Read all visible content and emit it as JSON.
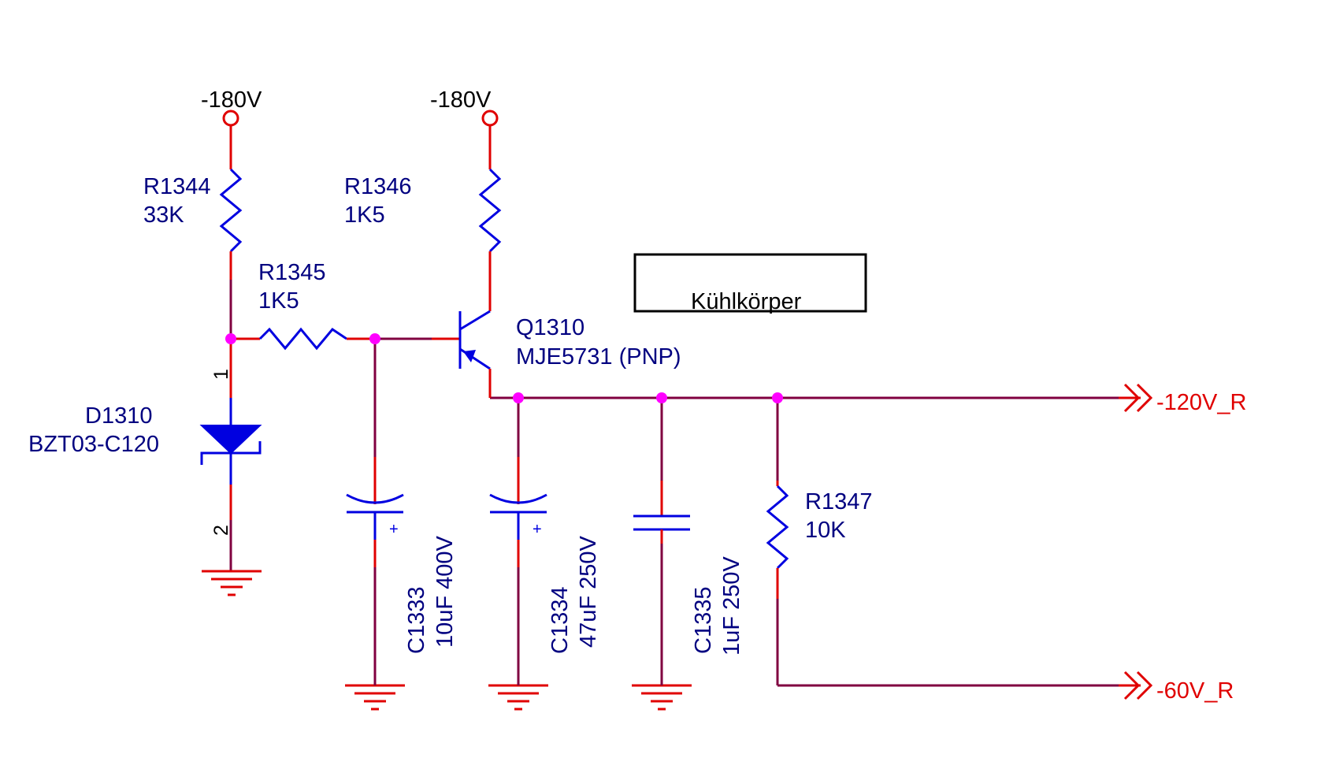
{
  "power_ports": [
    {
      "label": "-180V"
    },
    {
      "label": "-180V"
    }
  ],
  "resistors": {
    "R1344": {
      "ref": "R1344",
      "value": "33K"
    },
    "R1345": {
      "ref": "R1345",
      "value": "1K5"
    },
    "R1346": {
      "ref": "R1346",
      "value": "1K5"
    },
    "R1347": {
      "ref": "R1347",
      "value": "10K"
    }
  },
  "diode": {
    "ref": "D1310",
    "value": "BZT03-C120",
    "pin1": "1",
    "pin2": "2"
  },
  "transistor": {
    "ref": "Q1310",
    "value": "MJE5731 (PNP)"
  },
  "capacitors": {
    "C1333": {
      "ref": "C1333",
      "value": "10uF 400V",
      "polarity": "+"
    },
    "C1334": {
      "ref": "C1334",
      "value": "47uF 250V",
      "polarity": "+"
    },
    "C1335": {
      "ref": "C1335",
      "value": "1uF 250V"
    }
  },
  "heatsink_note": "Kühlkörper",
  "net_labels": {
    "out120": "-120V_R",
    "out60": "-60V_R"
  },
  "colors": {
    "wire": "#800040",
    "lead": "#e00000",
    "component": "#0000e0",
    "junction": "#ff00ff",
    "designator": "#000080",
    "net_label": "#e00000"
  }
}
